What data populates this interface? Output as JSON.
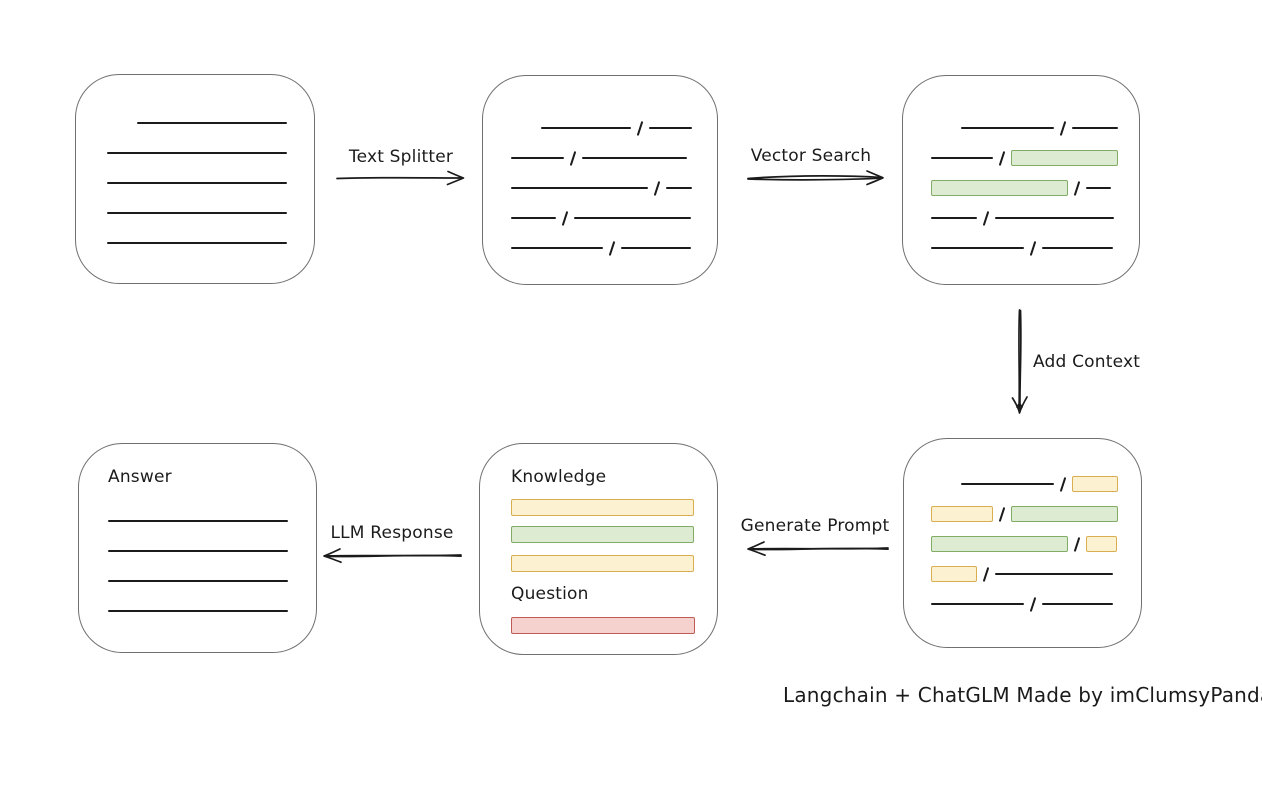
{
  "colors": {
    "text": "#1b1b1b",
    "line": "#1b1b1b",
    "box_border": "#707070",
    "green_fill": "#dcebd2",
    "green_stroke": "#82ab66",
    "yellow_fill": "#fcf2d2",
    "yellow_stroke": "#d8ae50",
    "red_fill": "#f6d2cf",
    "red_stroke": "#c05a56"
  },
  "labels": {
    "text_splitter": "Text Splitter",
    "vector_search": "Vector Search",
    "add_context": "Add Context",
    "generate_prompt": "Generate Prompt",
    "llm_response": "LLM Response",
    "credit": "Langchain + ChatGLM Made by imClumsyPanda"
  },
  "boxes": {
    "document": {
      "description": "source document with plain text lines",
      "rows": [
        {
          "h": 30,
          "segs": [
            {
              "t": "gap",
              "w": 30
            },
            {
              "t": "line",
              "w": 150
            }
          ]
        },
        {
          "h": 30,
          "segs": [
            {
              "t": "line",
              "w": 180
            }
          ]
        },
        {
          "h": 30,
          "segs": [
            {
              "t": "line",
              "w": 180
            }
          ]
        },
        {
          "h": 30,
          "segs": [
            {
              "t": "line",
              "w": 180
            }
          ]
        },
        {
          "h": 30,
          "segs": [
            {
              "t": "line",
              "w": 180
            }
          ]
        }
      ]
    },
    "chunks": {
      "description": "document split into chunks separated by slashes",
      "rows": [
        {
          "h": 30,
          "segs": [
            {
              "t": "gap",
              "w": 30
            },
            {
              "t": "line",
              "w": 90
            },
            {
              "t": "slash"
            },
            {
              "t": "line",
              "w": 43
            }
          ]
        },
        {
          "h": 30,
          "segs": [
            {
              "t": "line",
              "w": 53
            },
            {
              "t": "slash"
            },
            {
              "t": "line",
              "w": 105
            }
          ]
        },
        {
          "h": 30,
          "segs": [
            {
              "t": "line",
              "w": 137
            },
            {
              "t": "slash"
            },
            {
              "t": "line",
              "w": 26
            }
          ]
        },
        {
          "h": 30,
          "segs": [
            {
              "t": "line",
              "w": 45
            },
            {
              "t": "slash"
            },
            {
              "t": "line",
              "w": 117
            }
          ]
        },
        {
          "h": 30,
          "segs": [
            {
              "t": "line",
              "w": 92
            },
            {
              "t": "slash"
            },
            {
              "t": "line",
              "w": 70
            }
          ]
        }
      ]
    },
    "matched_chunks": {
      "description": "chunks with vector-search matches highlighted green",
      "rows": [
        {
          "h": 30,
          "segs": [
            {
              "t": "gap",
              "w": 30
            },
            {
              "t": "line",
              "w": 93
            },
            {
              "t": "slash"
            },
            {
              "t": "line",
              "w": 46
            }
          ]
        },
        {
          "h": 30,
          "segs": [
            {
              "t": "line",
              "w": 62
            },
            {
              "t": "slash"
            },
            {
              "t": "green",
              "w": 107
            }
          ]
        },
        {
          "h": 30,
          "segs": [
            {
              "t": "green",
              "w": 137
            },
            {
              "t": "slash"
            },
            {
              "t": "line",
              "w": 25
            }
          ]
        },
        {
          "h": 30,
          "segs": [
            {
              "t": "line",
              "w": 46
            },
            {
              "t": "slash"
            },
            {
              "t": "line",
              "w": 119
            }
          ]
        },
        {
          "h": 30,
          "segs": [
            {
              "t": "line",
              "w": 93
            },
            {
              "t": "slash"
            },
            {
              "t": "line",
              "w": 71
            }
          ]
        }
      ]
    },
    "context_chunks": {
      "description": "matched chunks with added context highlighted yellow",
      "rows": [
        {
          "h": 30,
          "segs": [
            {
              "t": "gap",
              "w": 30
            },
            {
              "t": "line",
              "w": 93
            },
            {
              "t": "slash"
            },
            {
              "t": "yellow",
              "w": 46
            }
          ]
        },
        {
          "h": 30,
          "segs": [
            {
              "t": "yellow",
              "w": 62
            },
            {
              "t": "slash"
            },
            {
              "t": "green",
              "w": 107
            }
          ]
        },
        {
          "h": 30,
          "segs": [
            {
              "t": "green",
              "w": 137
            },
            {
              "t": "slash"
            },
            {
              "t": "yellow",
              "w": 31
            }
          ]
        },
        {
          "h": 30,
          "segs": [
            {
              "t": "yellow",
              "w": 46
            },
            {
              "t": "slash"
            },
            {
              "t": "line",
              "w": 118
            }
          ]
        },
        {
          "h": 30,
          "segs": [
            {
              "t": "line",
              "w": 93
            },
            {
              "t": "slash"
            },
            {
              "t": "line",
              "w": 71
            }
          ]
        }
      ]
    },
    "prompt": {
      "description": "generated prompt with knowledge bars and question bar",
      "rows": [
        {
          "h": 34,
          "segs": [
            {
              "t": "text",
              "label": "Knowledge"
            }
          ]
        },
        {
          "h": 26,
          "segs": [
            {
              "t": "yellow",
              "w": 183
            }
          ]
        },
        {
          "h": 28,
          "segs": [
            {
              "t": "green",
              "w": 183
            }
          ]
        },
        {
          "h": 30,
          "segs": [
            {
              "t": "yellow",
              "w": 183
            }
          ]
        },
        {
          "h": 32,
          "segs": [
            {
              "t": "text",
              "label": "Question"
            }
          ]
        },
        {
          "h": 30,
          "segs": [
            {
              "t": "red",
              "w": 184
            }
          ]
        }
      ]
    },
    "answer": {
      "description": "LLM answer document",
      "rows": [
        {
          "h": 34,
          "segs": [
            {
              "t": "text",
              "label": "Answer"
            }
          ]
        },
        {
          "h": 12,
          "segs": []
        },
        {
          "h": 30,
          "segs": [
            {
              "t": "line",
              "w": 180
            }
          ]
        },
        {
          "h": 30,
          "segs": [
            {
              "t": "line",
              "w": 180
            }
          ]
        },
        {
          "h": 30,
          "segs": [
            {
              "t": "line",
              "w": 180
            }
          ]
        },
        {
          "h": 30,
          "segs": [
            {
              "t": "line",
              "w": 180
            }
          ]
        }
      ]
    }
  }
}
